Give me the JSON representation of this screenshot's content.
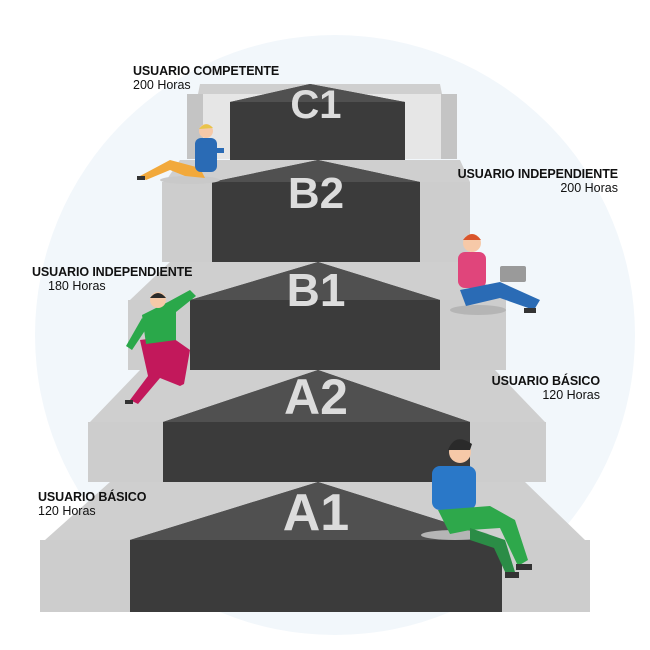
{
  "levels": [
    {
      "code": "A1",
      "title": "USUARIO BÁSICO",
      "hours": "120 Horas"
    },
    {
      "code": "A2",
      "title": "USUARIO BÁSICO",
      "hours": "120 Horas"
    },
    {
      "code": "B1",
      "title": "USUARIO INDEPENDIENTE",
      "hours": "180 Horas"
    },
    {
      "code": "B2",
      "title": "USUARIO INDEPENDIENTE",
      "hours": "200 Horas"
    },
    {
      "code": "C1",
      "title": "USUARIO COMPETENTE",
      "hours": "200 Horas"
    }
  ],
  "colors": {
    "background_circle": "#f2f7fb",
    "step_top": "#d8d8d8",
    "step_front": "#e6e6e6",
    "step_side": "#bdbdbd",
    "carpet_dark": "#3b3b3b",
    "carpet_top": "#505050",
    "level_text": "#dcdcdc"
  },
  "figures": [
    {
      "name": "person-lying-c1",
      "shirt": "#2a6bb5",
      "pants": "#f2a93b"
    },
    {
      "name": "person-laptop-b1",
      "shirt": "#e0457b",
      "pants": "#2a6bb5"
    },
    {
      "name": "person-climbing-b1",
      "shirt": "#2aa84a",
      "pants": "#c2185b"
    },
    {
      "name": "person-sitting-a1",
      "shirt": "#2a78c8",
      "pants": "#2ea84b"
    }
  ]
}
